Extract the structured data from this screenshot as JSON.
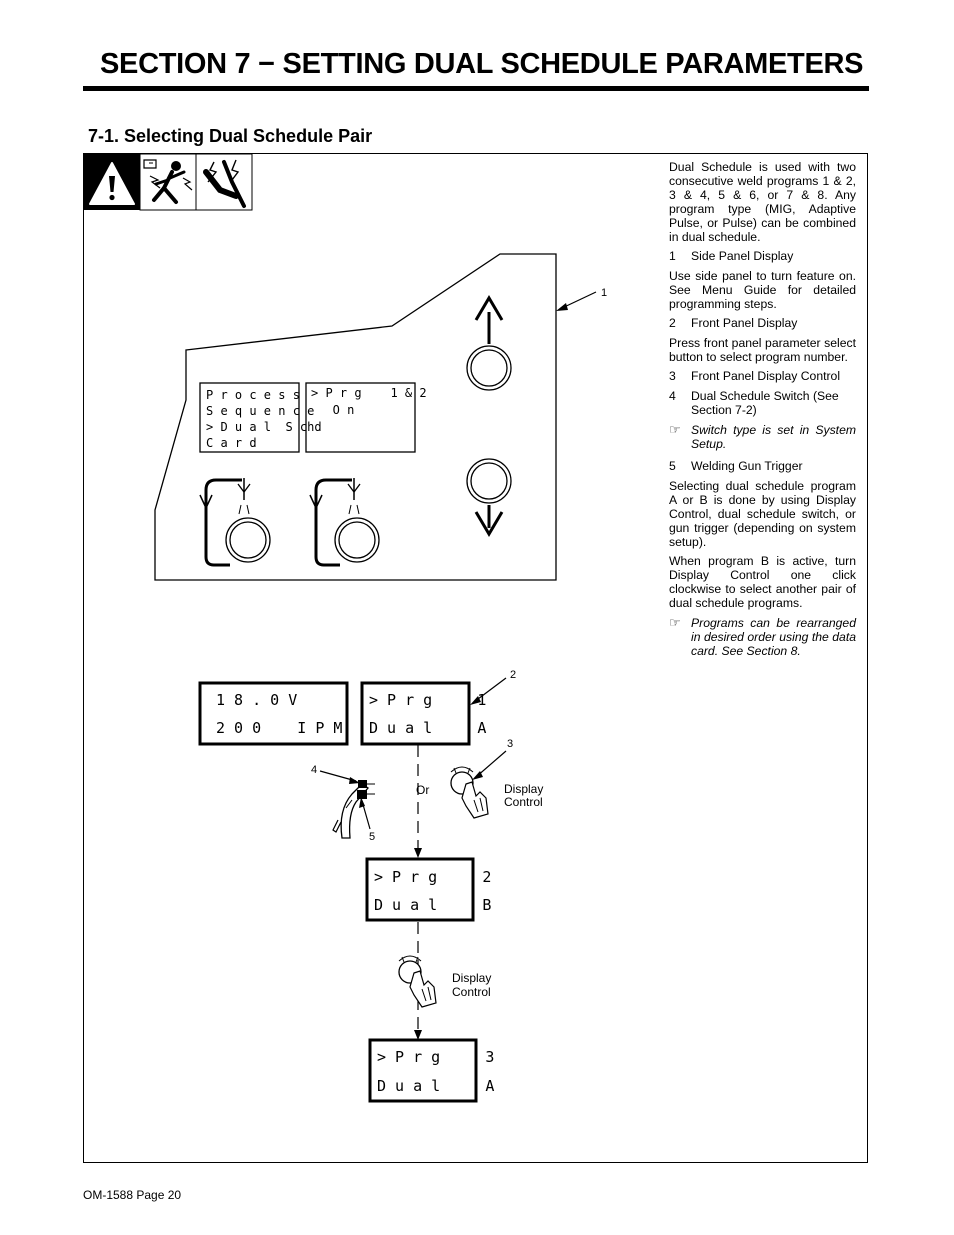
{
  "header": {
    "section_title": "SECTION 7 − SETTING DUAL SCHEDULE PARAMETERS",
    "subsection_title": "7-1.   Selecting Dual Schedule Pair"
  },
  "icons": [
    "warning-triangle-icon",
    "electric-shock-icon",
    "welding-arc-icon",
    "knob-icon",
    "hand-icon",
    "welding-gun-icon",
    "pencil-note-icon"
  ],
  "side_panel": {
    "left_display": [
      "P r o c e s s",
      "S e q u e n c e",
      "> D u a l  S chd",
      "C a r d"
    ],
    "right_display": [
      "> P r g    1 & 2",
      "   O n"
    ]
  },
  "front_displays": {
    "voltage": "1 8 . 0 V",
    "wire_speed": "2 0 0    I P M",
    "program_1": "> P r g     1",
    "dual_a": "D u a l     A",
    "program_2": "> P r g     2",
    "dual_b": "D u a l     B",
    "program_3": "> P r g     3",
    "dual_a_again": "D u a l     A"
  },
  "callouts": {
    "c1": "1",
    "c2": "2",
    "c3": "3",
    "c4": "4",
    "c5": "5"
  },
  "figure_labels": {
    "or": "Or",
    "display_control_1a": "Display",
    "display_control_1b": "Control",
    "display_control_2a": "Display",
    "display_control_2b": "Control"
  },
  "description": {
    "intro": "Dual Schedule is used with two consecutive weld programs 1 & 2, 3 & 4, 5 & 6, or 7 & 8. Any program type (MIG, Adaptive Pulse, or Pulse) can be combined in dual schedule.",
    "item1_num": "1",
    "item1": "Side Panel Display",
    "item1_text": "Use side panel to turn feature on. See Menu Guide for detailed programming steps.",
    "item2_num": "2",
    "item2": "Front Panel Display",
    "item2_text": "Press front panel parameter select button to select program number.",
    "item3_num": "3",
    "item3": "Front Panel Display Control",
    "item4_num": "4",
    "item4": "Dual Schedule Switch (See Section 7-2)",
    "note1": "Switch type is set in System Setup.",
    "item5_num": "5",
    "item5": "Welding Gun Trigger",
    "item5_text": "Selecting dual schedule program A or B is done by using Display Control, dual schedule switch, or gun trigger (depending on system setup).",
    "item5_text2": "When program B is active, turn Display Control one click clockwise to select another pair of dual schedule programs.",
    "note2": "Programs can be rearranged in desired order using the data card. See Section 8."
  },
  "footer": {
    "page": "OM-1588 Page 20"
  }
}
